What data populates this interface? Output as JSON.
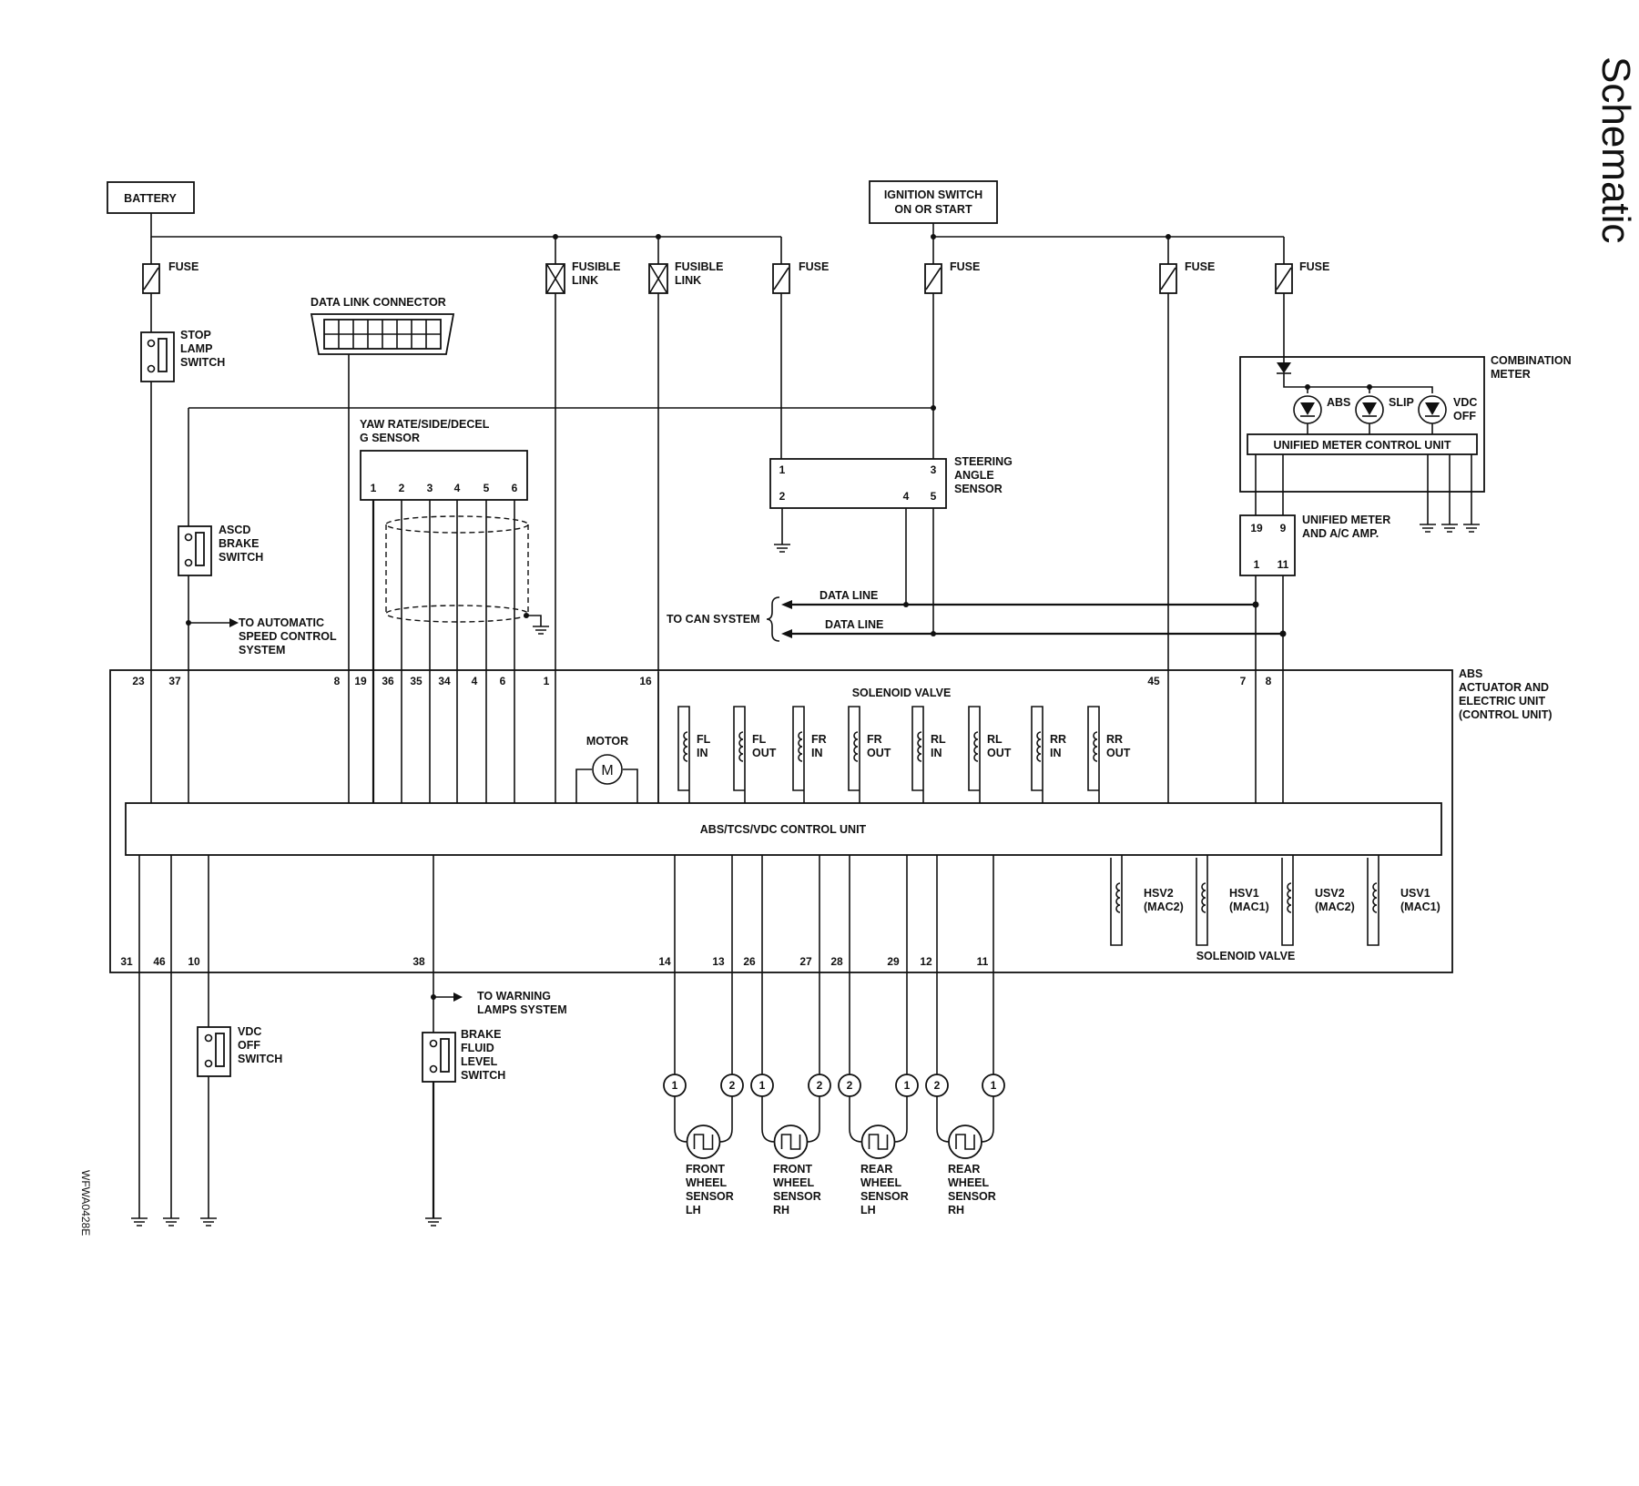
{
  "title": "Schematic",
  "figure_code": "WFWA0428E",
  "power": {
    "battery": "BATTERY",
    "ignition": [
      "IGNITION SWITCH",
      "ON OR START"
    ]
  },
  "fuses": {
    "fuse": "FUSE",
    "fusible_link": [
      "FUSIBLE",
      "LINK"
    ]
  },
  "components": {
    "stop_lamp_switch": [
      "STOP",
      "LAMP",
      "SWITCH"
    ],
    "data_link_connector": "DATA LINK CONNECTOR",
    "yaw_sensor": [
      "YAW RATE/SIDE/DECEL",
      "G SENSOR"
    ],
    "yaw_pins": [
      "1",
      "2",
      "3",
      "4",
      "5",
      "6"
    ],
    "asco_brake_switch": [
      "ASCD",
      "BRAKE",
      "SWITCH"
    ],
    "to_asc": [
      "TO AUTOMATIC",
      "SPEED CONTROL",
      "SYSTEM"
    ],
    "steering_sensor": [
      "STEERING",
      "ANGLE",
      "SENSOR"
    ],
    "steering_pins": [
      "1",
      "3",
      "2",
      "4",
      "5"
    ],
    "combination_meter": [
      "COMBINATION",
      "METER"
    ],
    "meter_lamps": [
      "ABS",
      "SLIP",
      "VDC",
      "OFF"
    ],
    "unified_meter_cu": "UNIFIED METER CONTROL UNIT",
    "unified_amp": [
      "UNIFIED METER",
      "AND A/C AMP."
    ],
    "amp_pins": [
      "19",
      "9",
      "1",
      "11"
    ],
    "can": "TO CAN SYSTEM",
    "data_line": "DATA LINE",
    "abs_unit": [
      "ABS",
      "ACTUATOR AND",
      "ELECTRIC UNIT",
      "(CONTROL UNIT)"
    ],
    "motor": "MOTOR",
    "motor_symbol": "M",
    "solenoid_valve": "SOLENOID VALVE",
    "control_unit": "ABS/TCS/VDC CONTROL UNIT",
    "vdc_off_switch": [
      "VDC",
      "OFF",
      "SWITCH"
    ],
    "to_warning": [
      "TO WARNING",
      "LAMPS SYSTEM"
    ],
    "brake_fluid_switch": [
      "BRAKE",
      "FLUID",
      "LEVEL",
      "SWITCH"
    ]
  },
  "top_pins": [
    "23",
    "37",
    "8",
    "19",
    "36",
    "35",
    "34",
    "4",
    "6",
    "1",
    "16",
    "45",
    "7",
    "8"
  ],
  "bottom_pins": [
    "31",
    "46",
    "10",
    "38",
    "14",
    "13",
    "26",
    "27",
    "28",
    "29",
    "12",
    "11"
  ],
  "valves_top": [
    {
      "a": "FL",
      "b": "IN"
    },
    {
      "a": "FL",
      "b": "OUT"
    },
    {
      "a": "FR",
      "b": "IN"
    },
    {
      "a": "FR",
      "b": "OUT"
    },
    {
      "a": "RL",
      "b": "IN"
    },
    {
      "a": "RL",
      "b": "OUT"
    },
    {
      "a": "RR",
      "b": "IN"
    },
    {
      "a": "RR",
      "b": "OUT"
    }
  ],
  "valves_bottom": [
    {
      "a": "HSV2",
      "b": "(MAC2)"
    },
    {
      "a": "HSV1",
      "b": "(MAC1)"
    },
    {
      "a": "USV2",
      "b": "(MAC2)"
    },
    {
      "a": "USV1",
      "b": "(MAC1)"
    }
  ],
  "wheel_sensors": [
    {
      "l1": "FRONT",
      "l2": "WHEEL",
      "l3": "SENSOR",
      "l4": "LH",
      "p1": "1",
      "p2": "2"
    },
    {
      "l1": "FRONT",
      "l2": "WHEEL",
      "l3": "SENSOR",
      "l4": "RH",
      "p1": "1",
      "p2": "2"
    },
    {
      "l1": "REAR",
      "l2": "WHEEL",
      "l3": "SENSOR",
      "l4": "LH",
      "p1": "2",
      "p2": "1"
    },
    {
      "l1": "REAR",
      "l2": "WHEEL",
      "l3": "SENSOR",
      "l4": "RH",
      "p1": "2",
      "p2": "1"
    }
  ]
}
